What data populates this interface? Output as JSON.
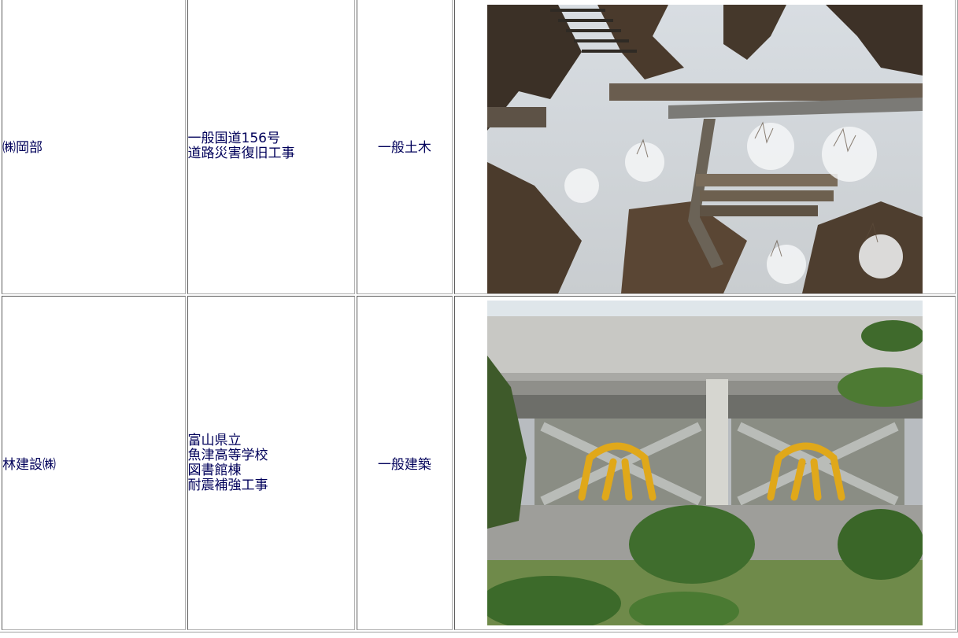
{
  "rows": [
    {
      "company": "㈱岡部",
      "project_lines": [
        "一般国道156号",
        "道路災害復旧工事"
      ],
      "category": "一般土木",
      "photo": "snowy-mountain-retaining-wall-photo"
    },
    {
      "company": "林建設㈱",
      "project_lines": [
        "富山県立",
        "魚津高等学校",
        "図書館棟",
        "耐震補強工事"
      ],
      "category": "一般建築",
      "photo": "school-library-seismic-brace-photo"
    }
  ],
  "colors": {
    "text": "#00005a",
    "border_dark": "#5a5a5a",
    "border_light": "#b0b0b0"
  }
}
